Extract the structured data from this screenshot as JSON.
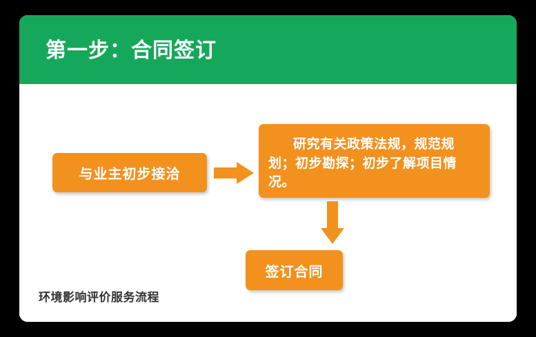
{
  "slide": {
    "title": "第一步：合同签订",
    "footer": "环境影响评价服务流程",
    "colors": {
      "header_green": "#16a85a",
      "node_orange": "#f2911e",
      "slide_background": "#ffffff",
      "page_background": "#000000",
      "footer_text": "#333333"
    }
  },
  "diagram": {
    "type": "flowchart",
    "nodes": [
      {
        "id": "contact",
        "label": "与业主初步接洽"
      },
      {
        "id": "research",
        "label": "研究有关政策法规，规范规划；初步勘探；初步了解项目情况。"
      },
      {
        "id": "sign",
        "label": "签订合同"
      }
    ],
    "arrows": [
      {
        "id": "contact-to-research",
        "direction": "right"
      },
      {
        "id": "research-to-sign",
        "direction": "down"
      }
    ]
  }
}
